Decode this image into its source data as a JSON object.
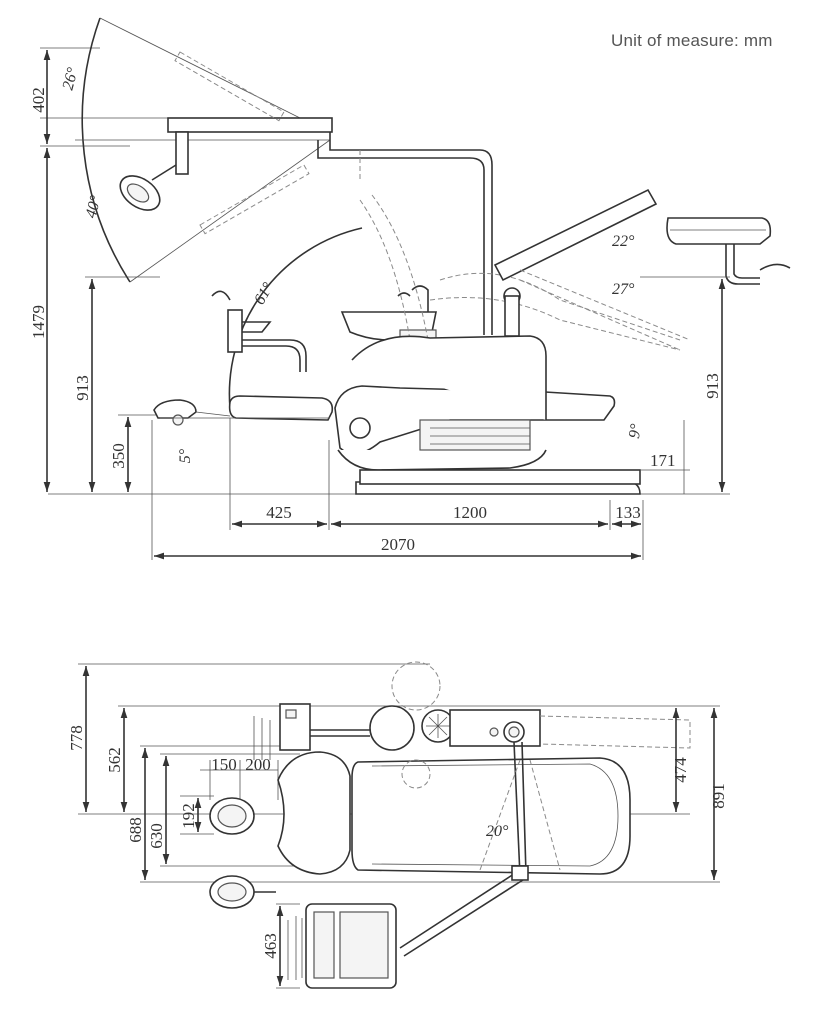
{
  "unit_note": "Unit of measure: mm",
  "side_view": {
    "dimensions": {
      "height_total": "1479",
      "light_arm_rise": "402",
      "tray_height": "913",
      "tray_height_right": "913",
      "seat_height": "350",
      "floor_to_headrest_extension": "425",
      "base_length": "1200",
      "rear_overhang": "133",
      "overall_length": "2070",
      "backrest_depth": "171"
    },
    "angles": {
      "light_top": "26°",
      "light_tilt": "40°",
      "backrest_recline": "61°",
      "tray_up": "22°",
      "tray_down": "27°",
      "seat_tilt": "9°",
      "foot_control": "5°"
    }
  },
  "top_view": {
    "dimensions": {
      "lamp_reach": "778",
      "cuspidor_offset": "562",
      "foot_rest_width": "150",
      "foot_rest_gap": "200",
      "foot_pedal": "192",
      "width_688": "688",
      "width_630": "630",
      "instrument_tray_depth": "463",
      "assistant_offset": "474",
      "overall_width": "891"
    },
    "angles": {
      "assistant_arm": "20°"
    }
  },
  "icons": [
    "dental-light-icon",
    "cuspidor-icon",
    "foot-control-icon",
    "instrument-tray-icon"
  ]
}
